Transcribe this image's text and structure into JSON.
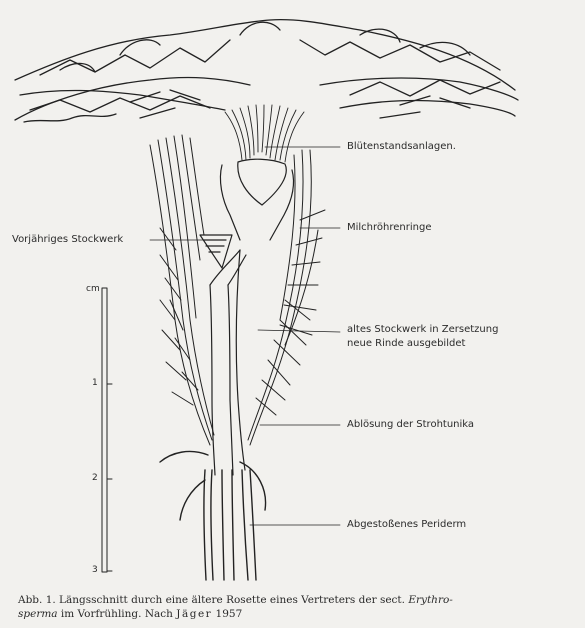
{
  "labels": {
    "bluetenstand": "Blütenstandsanlagen.",
    "milchroehren": "Milchröhrenringe",
    "vorjaehriges": "Vorjähriges Stockwerk",
    "altes_stockwerk": "altes Stockwerk in Zersetzung",
    "neue_rinde": "neue Rinde ausgebildet",
    "abloesung": "Ablösung der Strohtunika",
    "periderm": "Abgestoßenes Periderm"
  },
  "scale": {
    "unit": "cm",
    "ticks": [
      "1",
      "2",
      "3"
    ]
  },
  "caption": {
    "part1": "Abb. 1. Längsschnitt durch eine ältere Rosette eines Vertreters der sect. ",
    "italic1": "Erythro-",
    "italic2": "sperma",
    "part2": " im Vorfrühling. Nach ",
    "author": "Jäger",
    "year": " 1957"
  }
}
